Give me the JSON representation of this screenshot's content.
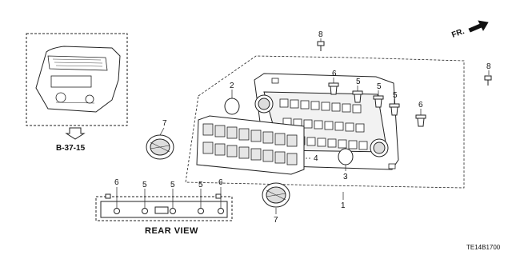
{
  "diagram": {
    "callouts": {
      "c1": "1",
      "c2": "2",
      "c3": "3",
      "c4": "4",
      "c5a": "5",
      "c5b": "5",
      "c5c": "5",
      "c6a": "6",
      "c6b": "6",
      "c7a": "7",
      "c7b": "7",
      "c8a": "8",
      "c8b": "8",
      "r6a": "6",
      "r5a": "5",
      "r5b": "5",
      "r5c": "5",
      "r6b": "6"
    },
    "reference": "B-37-15",
    "rear_view_label": "REAR VIEW",
    "direction_label": "FR.",
    "diagram_code": "TE14B1700"
  }
}
